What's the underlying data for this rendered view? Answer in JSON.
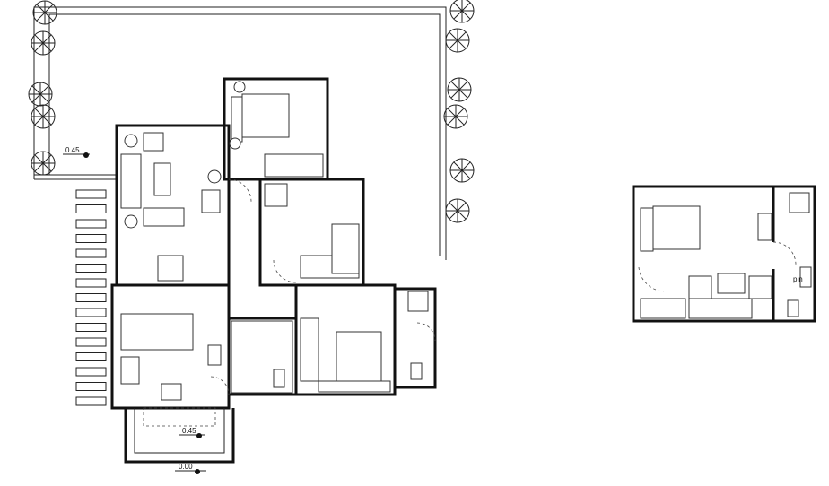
{
  "drawing": {
    "elevation_labels": [
      "0.45",
      "0.45",
      "0.00"
    ],
    "fixture_label": "pin",
    "colors": {
      "line": "#111111",
      "background": "#ffffff"
    }
  }
}
